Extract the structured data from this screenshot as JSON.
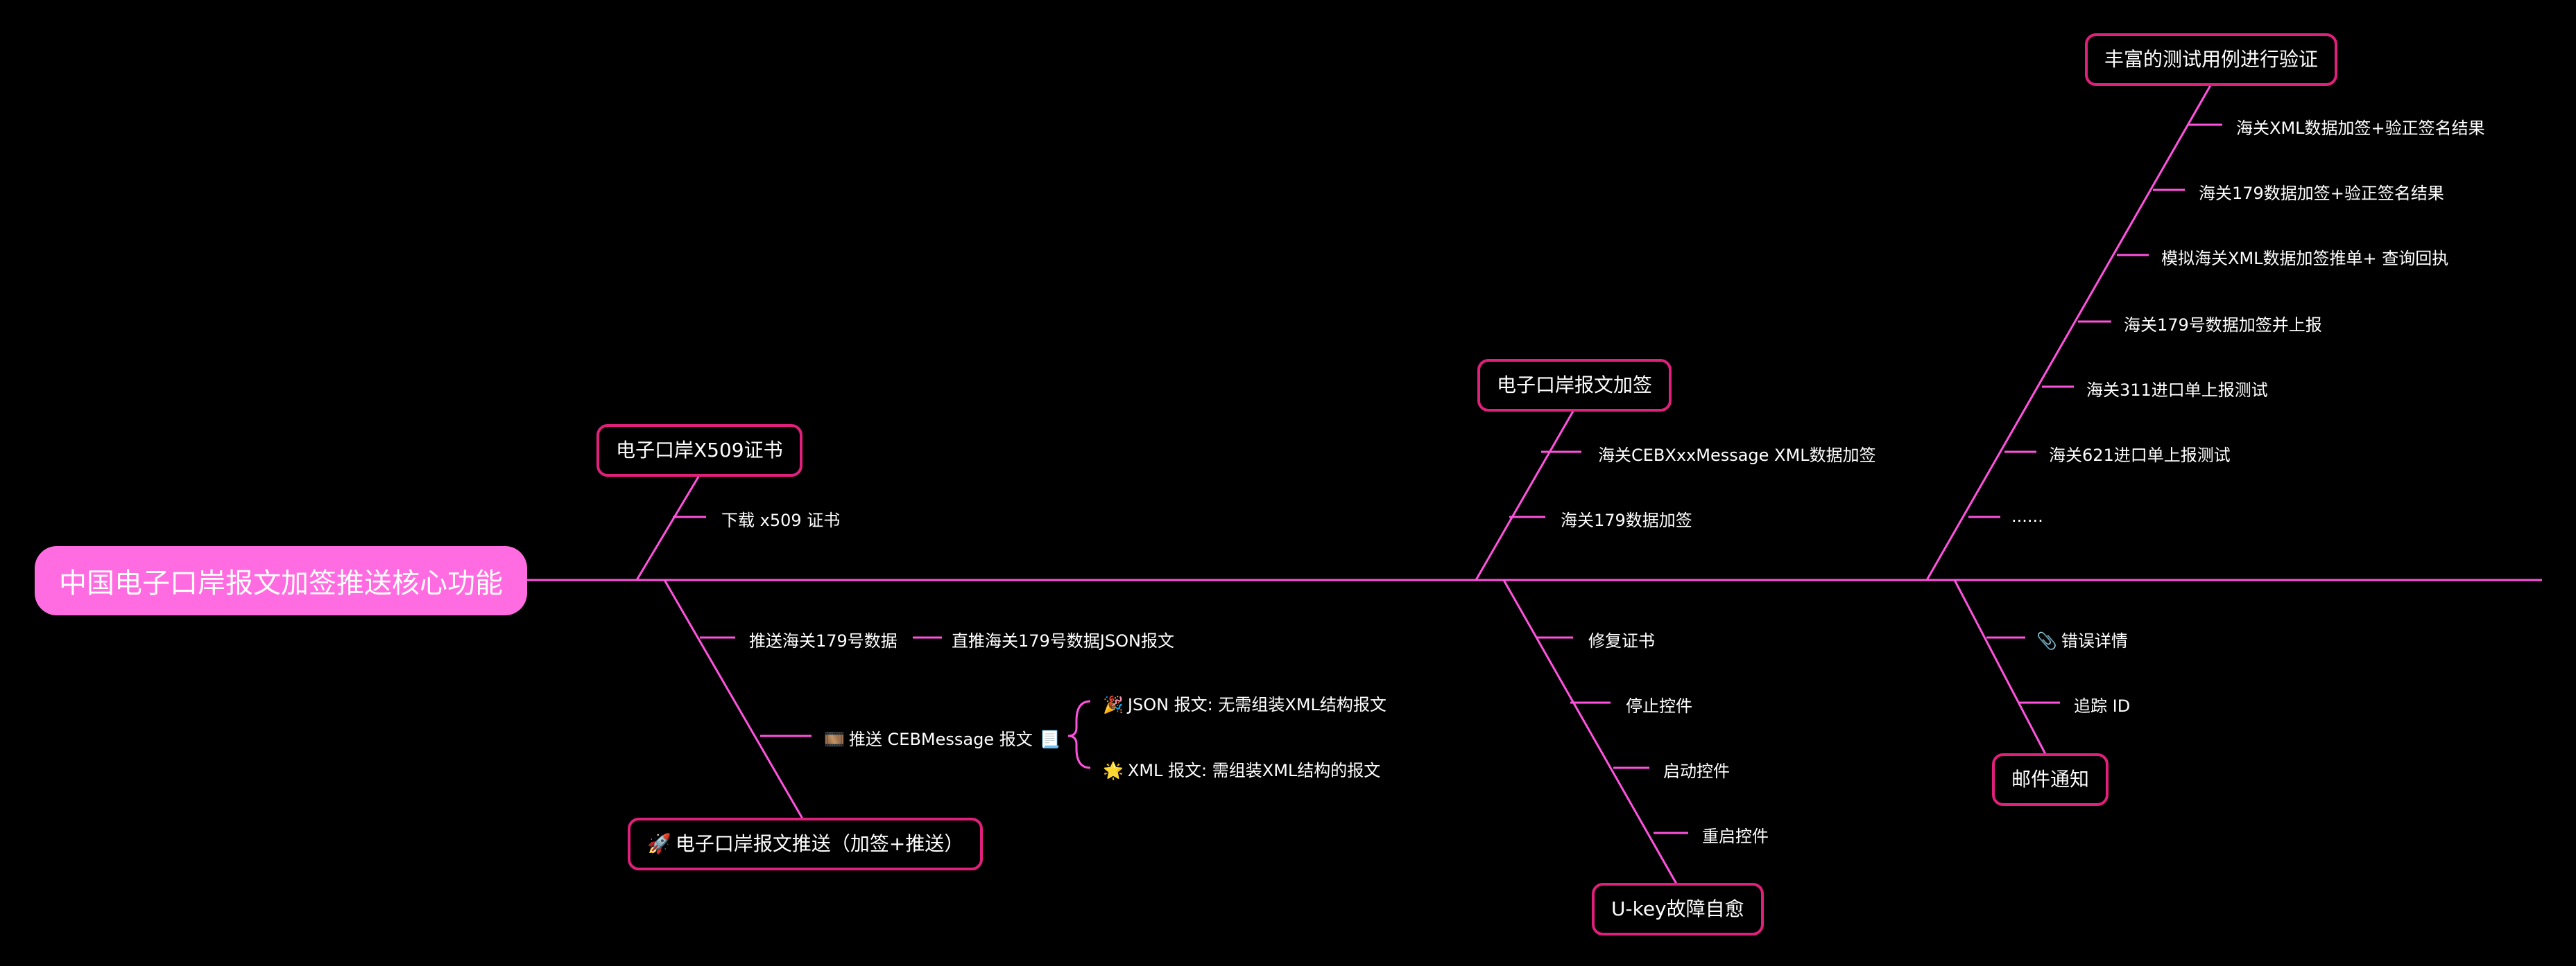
{
  "root": "中国电子口岸报文加签推送核心功能",
  "branches": {
    "x509": {
      "title": "电子口岸X509证书",
      "items": [
        "下载 x509 证书"
      ]
    },
    "push": {
      "title": "电子口岸报文推送（加签+推送）",
      "items": {
        "json179": "推送海关179号数据",
        "json179_sub": "直推海关179号数据JSON报文",
        "ceb": "推送 CEBMessage 报文",
        "ceb_json": "JSON 报文: 无需组装XML结构报文",
        "ceb_xml": "XML 报文: 需组装XML结构的报文"
      }
    },
    "sign": {
      "title": "电子口岸报文加签",
      "items": [
        "海关CEBXxxMessage XML数据加签",
        "海关179数据加签"
      ]
    },
    "ukey": {
      "title": "U-key故障自愈",
      "items": [
        "修复证书",
        "停止控件",
        "启动控件",
        "重启控件"
      ]
    },
    "tests": {
      "title": "丰富的测试用例进行验证",
      "items": [
        "海关XML数据加签+验正签名结果",
        "海关179数据加签+验正签名结果",
        "模拟海关XML数据加签推单+ 查询回执",
        "海关179号数据加签并上报",
        "海关311进口单上报测试",
        "海关621进口单上报测试",
        "......"
      ]
    },
    "mail": {
      "title": "邮件通知",
      "items": [
        "错误详情",
        "追踪 ID"
      ]
    }
  },
  "colors": {
    "line": "#ff52de",
    "border": "#e0207a",
    "root_fill": "#ff6be0",
    "background": "#000000"
  },
  "icons": {
    "rocket": "rocket-icon",
    "paperclip": "paperclip-icon",
    "memo": "memo-icon",
    "party": "party-icon",
    "star": "star-icon",
    "frame": "frame-icon"
  }
}
